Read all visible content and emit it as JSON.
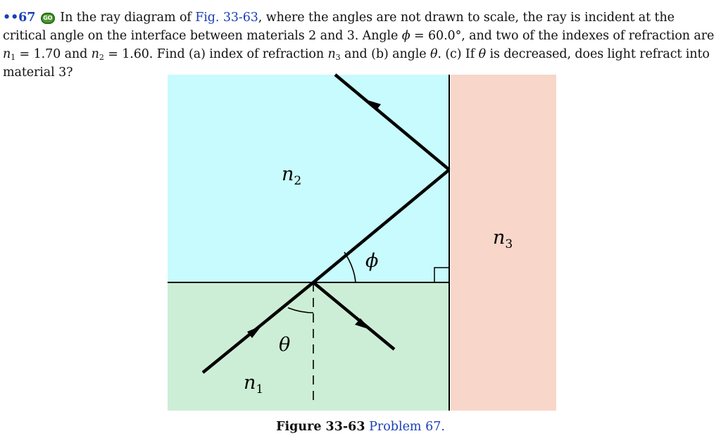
{
  "problem": {
    "number": "••67",
    "go_badge": "GO",
    "text_1": "In the ray diagram of ",
    "fig_link": "Fig. 33-63",
    "text_2": ", where the angles are not drawn to scale, the ray is incident at the critical angle on the interface between materials 2 and 3. Angle ",
    "phi": "ϕ",
    "text_3": " = 60.0°, and two of the indexes of refraction are ",
    "n_sym": "n",
    "sub_1": "1",
    "text_4": " = 1.70 and ",
    "sub_2": "2",
    "text_5": " = 1.60. Find (a) index of refraction ",
    "sub_3": "3",
    "text_6": " and (b) angle ",
    "theta": "θ",
    "text_7": ". (c) If ",
    "text_8": " is decreased, does light refract into material 3?"
  },
  "figure": {
    "labels": {
      "n1_n": "n",
      "n1_sub": "1",
      "n2_n": "n",
      "n2_sub": "2",
      "n3_n": "n",
      "n3_sub": "3",
      "theta": "θ",
      "phi": "ϕ"
    },
    "colors": {
      "material_1": "#cdeed6",
      "material_2": "#c8fbfd",
      "material_3": "#f8d6ca",
      "ray": "#000000"
    }
  },
  "caption": {
    "label": "Figure 33-63",
    "link": "Problem 67."
  }
}
